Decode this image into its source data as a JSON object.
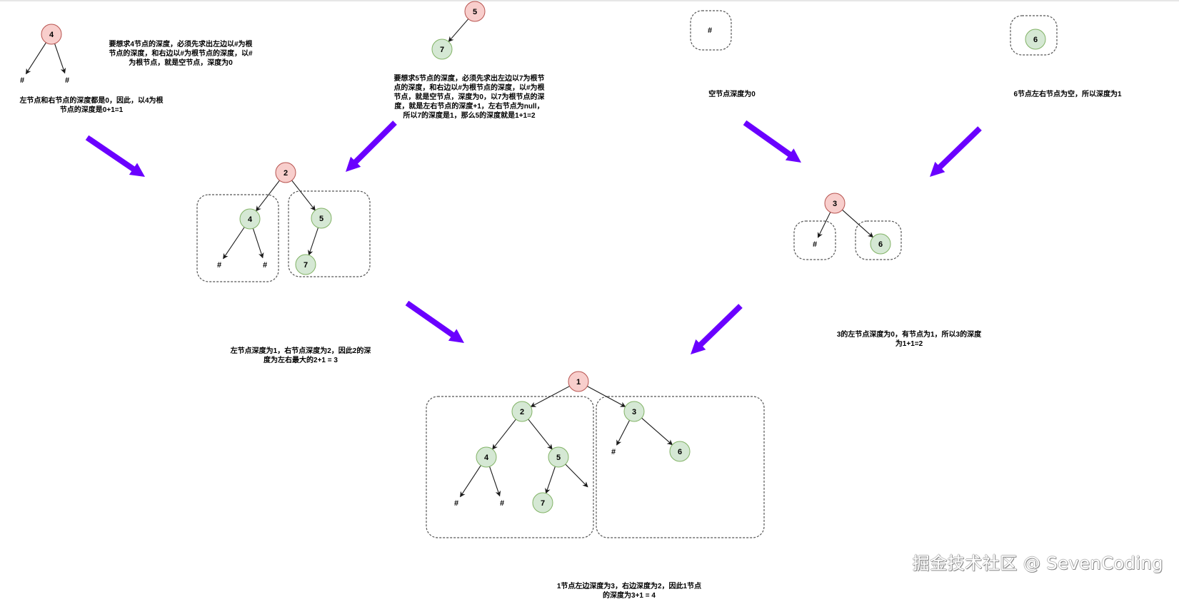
{
  "colors": {
    "root_fill": "#f8cecc",
    "root_stroke": "#b85450",
    "child_fill": "#d5e8d4",
    "child_stroke": "#82b366",
    "arrow_purple": "#6a00ff",
    "edge": "#1a1a1a",
    "group_border": "#555555"
  },
  "panels": [
    {
      "id": "p4",
      "nodes": [
        {
          "id": "n4",
          "label": "4",
          "kind": "root"
        },
        {
          "id": "h1",
          "label": "#",
          "kind": "null"
        },
        {
          "id": "h2",
          "label": "#",
          "kind": "null"
        }
      ],
      "edges": [
        [
          "n4",
          "h1"
        ],
        [
          "n4",
          "h2"
        ]
      ],
      "captions": [
        "要想求4节点的深度，必须先求出左边以#为根\n节点的深度，和右边以#为根节点的深度，以#\n为根节点，就是空节点，深度为0",
        "左节点和右节点的深度都是0，因此，以4为根\n节点的深度是0+1=1"
      ]
    },
    {
      "id": "p5",
      "nodes": [
        {
          "id": "n5",
          "label": "5",
          "kind": "root"
        },
        {
          "id": "n7",
          "label": "7",
          "kind": "child"
        }
      ],
      "edges": [
        [
          "n5",
          "n7"
        ]
      ],
      "captions": [
        "要想求5节点的深度，必须先求出左边以7为根节\n点的深度，和右边以#为根节点的深度，以#为根\n节点，就是空节点，深度为0，以7为根节点的深\n度，就是左右节点的深度+1，左右节点为null，\n所以7的深度是1，那么5的深度就是1+1=2"
      ]
    },
    {
      "id": "pnull",
      "nodes": [
        {
          "id": "hn",
          "label": "#",
          "kind": "null"
        }
      ],
      "edges": [],
      "captions": [
        "空节点深度为0"
      ]
    },
    {
      "id": "p6",
      "nodes": [
        {
          "id": "n6",
          "label": "6",
          "kind": "child"
        }
      ],
      "edges": [],
      "captions": [
        "6节点左右节点为空，所以深度为1"
      ]
    },
    {
      "id": "p2",
      "nodes": [
        {
          "id": "n2",
          "label": "2",
          "kind": "root"
        },
        {
          "id": "n4",
          "label": "4",
          "kind": "child"
        },
        {
          "id": "n5",
          "label": "5",
          "kind": "child"
        },
        {
          "id": "h1",
          "label": "#",
          "kind": "null"
        },
        {
          "id": "h2",
          "label": "#",
          "kind": "null"
        },
        {
          "id": "n7",
          "label": "7",
          "kind": "child"
        }
      ],
      "edges": [
        [
          "n2",
          "n4"
        ],
        [
          "n2",
          "n5"
        ],
        [
          "n4",
          "h1"
        ],
        [
          "n4",
          "h2"
        ],
        [
          "n5",
          "n7"
        ]
      ],
      "captions": [
        "左节点深度为1，右节点深度为2，因此2的深\n度为左右最大的2+1 = 3"
      ]
    },
    {
      "id": "p3",
      "nodes": [
        {
          "id": "n3",
          "label": "3",
          "kind": "root"
        },
        {
          "id": "h1",
          "label": "#",
          "kind": "null"
        },
        {
          "id": "n6",
          "label": "6",
          "kind": "child"
        }
      ],
      "edges": [
        [
          "n3",
          "h1"
        ],
        [
          "n3",
          "n6"
        ]
      ],
      "captions": [
        "3的左节点深度为0，有节点为1，所以3的深度\n为1+1=2"
      ]
    },
    {
      "id": "p1",
      "nodes": [
        {
          "id": "n1",
          "label": "1",
          "kind": "root"
        },
        {
          "id": "n2",
          "label": "2",
          "kind": "child"
        },
        {
          "id": "n3",
          "label": "3",
          "kind": "child"
        },
        {
          "id": "n4",
          "label": "4",
          "kind": "child"
        },
        {
          "id": "n5",
          "label": "5",
          "kind": "child"
        },
        {
          "id": "h1",
          "label": "#",
          "kind": "null"
        },
        {
          "id": "h2",
          "label": "#",
          "kind": "null"
        },
        {
          "id": "n7",
          "label": "7",
          "kind": "child"
        },
        {
          "id": "h3",
          "label": "#",
          "kind": "null"
        },
        {
          "id": "n6",
          "label": "6",
          "kind": "child"
        }
      ],
      "edges": [
        [
          "n1",
          "n2"
        ],
        [
          "n1",
          "n3"
        ],
        [
          "n2",
          "n4"
        ],
        [
          "n2",
          "n5"
        ],
        [
          "n4",
          "h1"
        ],
        [
          "n4",
          "h2"
        ],
        [
          "n5",
          "n7"
        ],
        [
          "n5",
          "nul"
        ],
        [
          "n3",
          "h3"
        ],
        [
          "n3",
          "n6"
        ]
      ],
      "captions": [
        "1节点左边深度为3，右边深度为2，因此1节点\n的深度为3+1 = 4"
      ]
    }
  ],
  "watermark": "掘金技术社区 @ SevenCoding"
}
